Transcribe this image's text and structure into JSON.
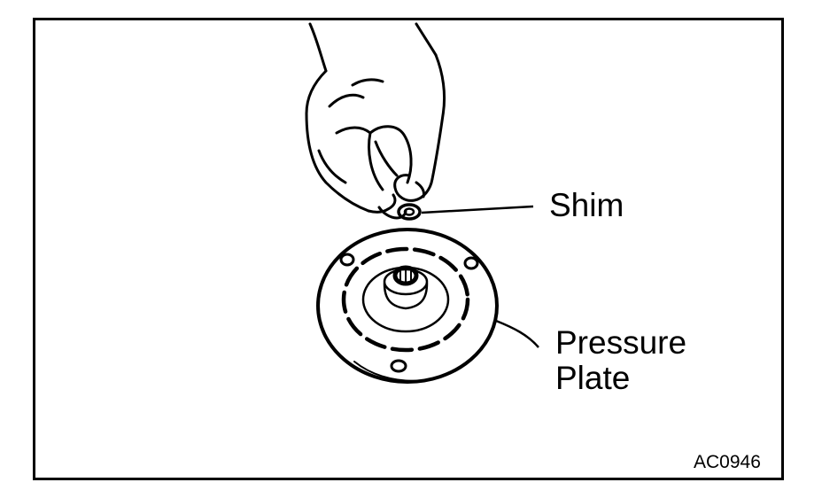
{
  "labels": {
    "shim": "Shim",
    "pressure_plate_line1": "Pressure",
    "pressure_plate_line2": "Plate",
    "figure_code": "AC0946"
  },
  "colors": {
    "ink": "#000000",
    "paper": "#ffffff"
  },
  "parts": [
    {
      "name": "shim",
      "label_key": "shim"
    },
    {
      "name": "pressure-plate",
      "label_key": "pressure_plate"
    }
  ],
  "icons": [
    "hand-illustration",
    "shim-washer",
    "pressure-plate-illustration"
  ]
}
